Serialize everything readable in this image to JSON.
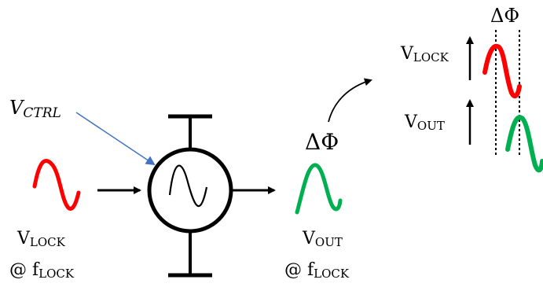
{
  "labels": {
    "vctrl_main": "V",
    "vctrl_sub": "CTRL",
    "vlock_main": "V",
    "vlock_sub": "LOCK",
    "vlock_at": "@ f",
    "vlock_at_sub": "LOCK",
    "vout_main": "V",
    "vout_sub": "OUT",
    "vout_at": "@ f",
    "vout_at_sub": "LOCK",
    "delta_phi_mid": "ΔΦ",
    "delta_phi_top": "ΔΦ",
    "inset_vlock_main": "V",
    "inset_vlock_sub": "LOCK",
    "inset_vout_main": "V",
    "inset_vout_sub": "OUT"
  },
  "colors": {
    "lock_wave": "#ff0000",
    "out_wave": "#00b050",
    "ctrl_arrow": "#4472c4",
    "stroke": "#000000"
  },
  "icons": {
    "oscillator": "circle-sine-icon",
    "arrows": "arrow-icon"
  }
}
